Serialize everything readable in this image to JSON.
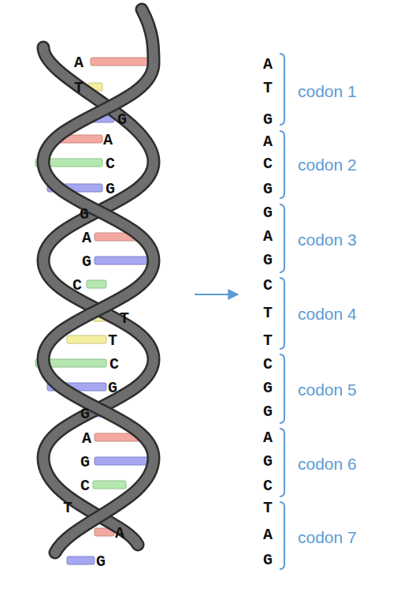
{
  "diagram": {
    "labels": [
      "A",
      "T",
      "G",
      "A",
      "C",
      "G",
      "G",
      "A",
      "G",
      "C",
      "T",
      "T",
      "C",
      "G",
      "G",
      "A",
      "G",
      "C",
      "T",
      "A",
      "G",
      "A",
      "T",
      "G",
      "A",
      "C",
      "G",
      "G",
      "A",
      "G",
      "C",
      "T",
      "T",
      "C",
      "G",
      "G",
      "A",
      "G",
      "C",
      "T",
      "A",
      "G",
      "codon 1",
      "codon 2",
      "codon 3",
      "codon 4",
      "codon 5",
      "codon 6",
      "codon 7"
    ]
  }
}
